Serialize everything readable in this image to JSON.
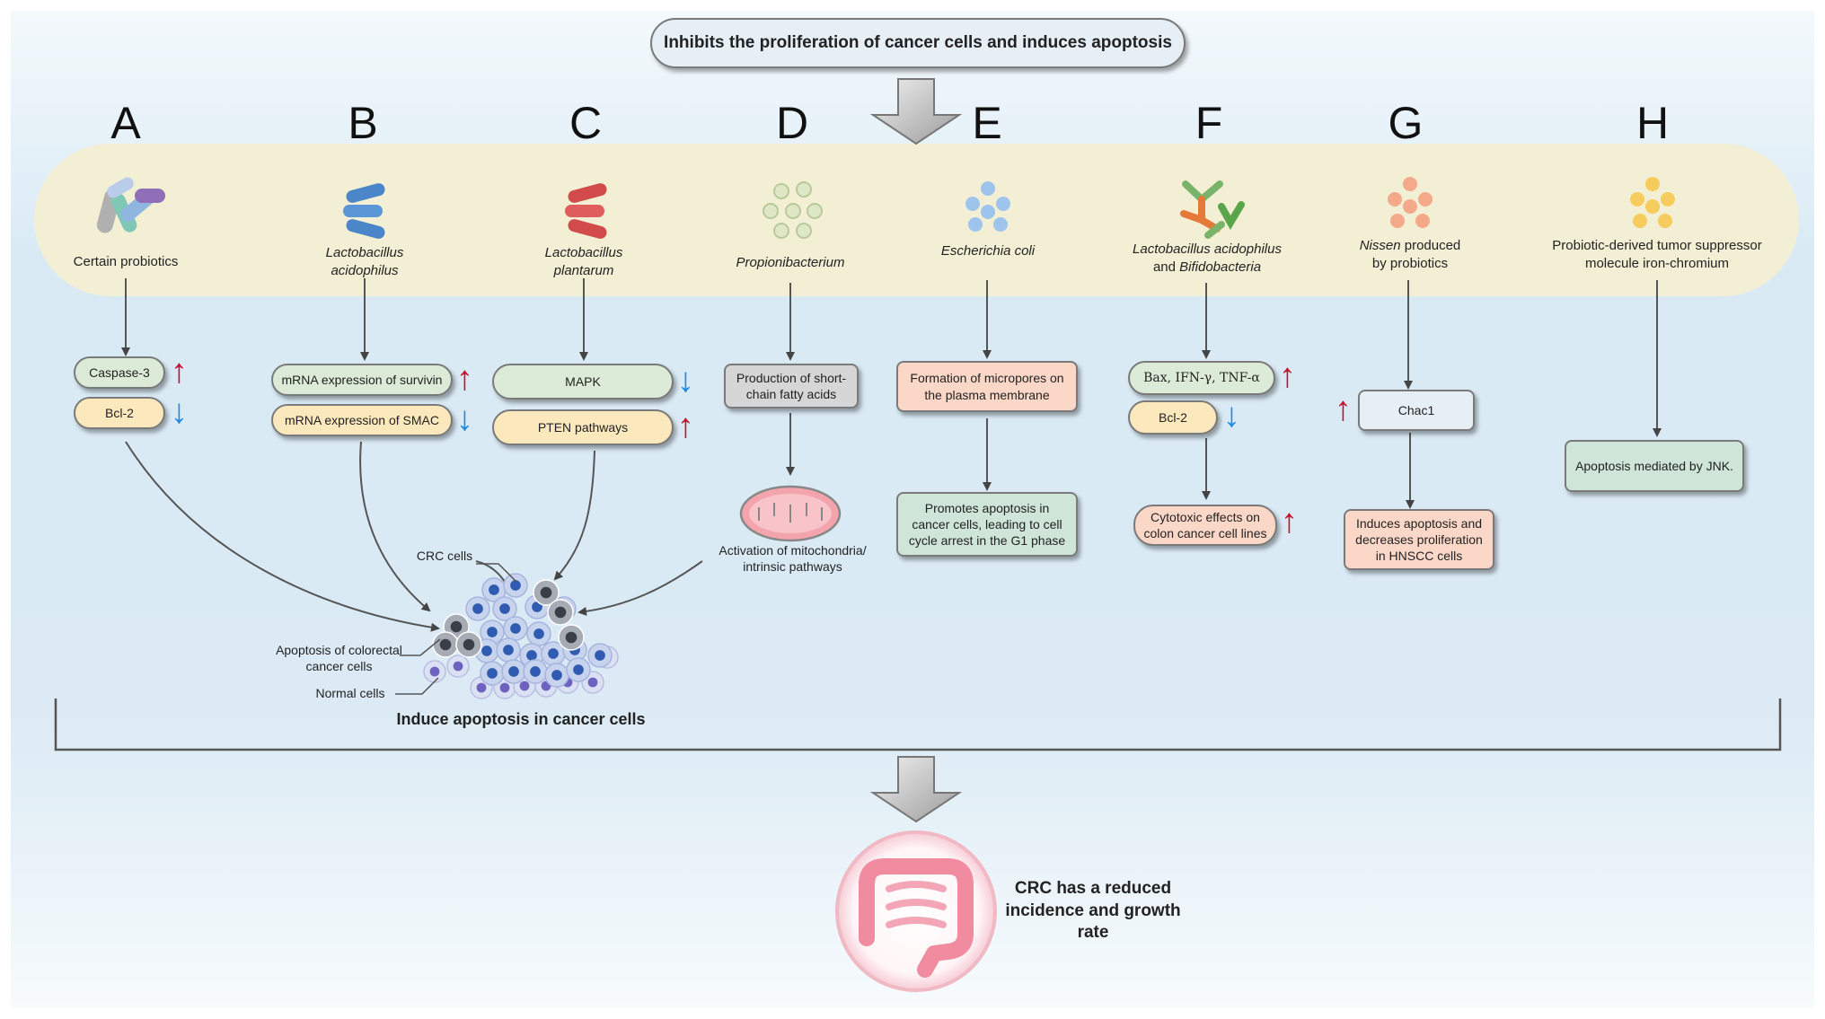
{
  "header": {
    "title": "Inhibits the proliferation of cancer cells and induces apoptosis"
  },
  "panels": [
    {
      "letter": "A",
      "source": "Certain probiotics",
      "items": [
        "Caspase-3",
        "Bcl-2"
      ]
    },
    {
      "letter": "B",
      "source_line1": "Lactobacillus",
      "source_line2": "acidophilus",
      "items": [
        "mRNA expression of survivin",
        "mRNA expression of SMAC"
      ]
    },
    {
      "letter": "C",
      "source_line1": "Lactobacillus",
      "source_line2": "plantarum",
      "items": [
        "MAPK",
        "PTEN pathways"
      ]
    },
    {
      "letter": "D",
      "source": "Propionibacterium",
      "step1": "Production of short-chain fatty acids",
      "step2_line1": "Activation of mitochondria/",
      "step2_line2": "intrinsic pathways"
    },
    {
      "letter": "E",
      "source": "Escherichia coli",
      "step1": "Formation of micropores on the plasma membrane",
      "step2": "Promotes apoptosis in cancer cells, leading to cell cycle arrest in the G1 phase"
    },
    {
      "letter": "F",
      "source_line1": "Lactobacillus acidophilus",
      "source_line2a": "and ",
      "source_line2b": "Bifidobacteria",
      "items": [
        "Bax, IFN-γ, TNF-α",
        "Bcl-2"
      ],
      "result": "Cytotoxic effects on colon cancer cell lines"
    },
    {
      "letter": "G",
      "source_line1a": "Nissen",
      "source_line1b": " produced",
      "source_line2": "by probiotics",
      "item": "Chac1",
      "result": "Induces apoptosis and decreases proliferation in HNSCC cells"
    },
    {
      "letter": "H",
      "source_line1": "Probiotic-derived tumor suppressor",
      "source_line2": "molecule iron-chromium",
      "result": "Apoptosis mediated by JNK."
    }
  ],
  "cells": {
    "crc_label": "CRC cells",
    "apoptosis_label_line1": "Apoptosis of colorectal",
    "apoptosis_label_line2": "cancer cells",
    "normal_label": "Normal cells",
    "caption": "Induce apoptosis in cancer cells"
  },
  "outcome": {
    "line1": "CRC has a reduced",
    "line2": "incidence and growth",
    "line3": "rate"
  },
  "colors": {
    "arrow_up": "#c8102e",
    "arrow_down": "#1e88e5",
    "band": "#f2efd4",
    "background": "#e3f0f8"
  }
}
